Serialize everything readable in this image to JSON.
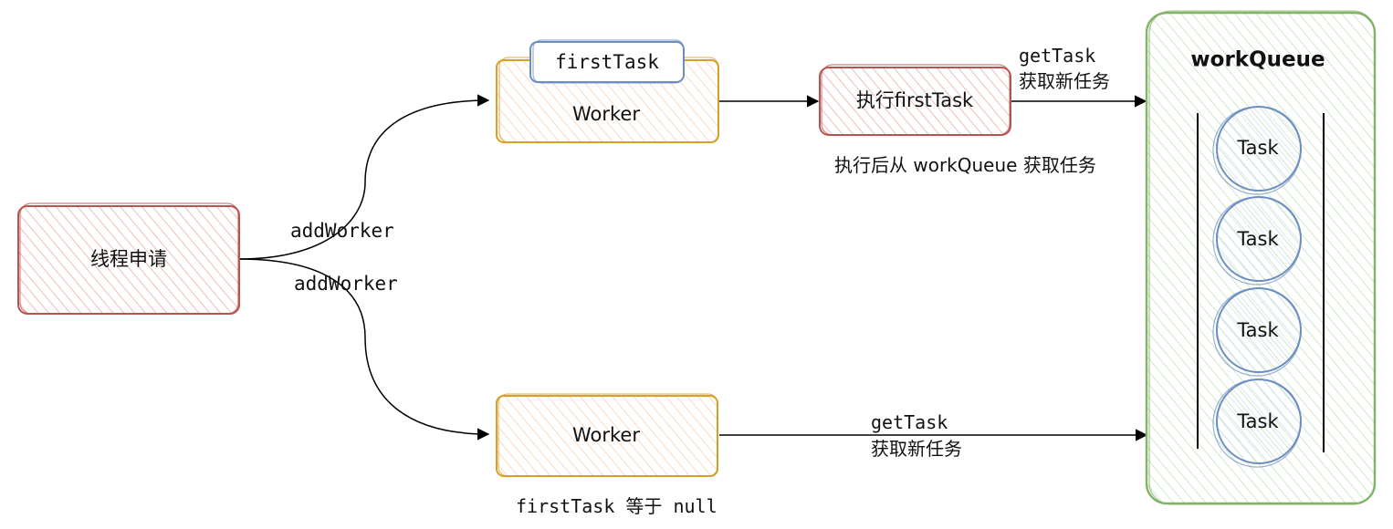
{
  "nodes": {
    "thread_request": "线程申请",
    "worker_top": "Worker",
    "first_task_tag": "firstTask",
    "execute_first_task": "执行firstTask",
    "worker_bottom": "Worker",
    "work_queue_title": "workQueue",
    "tasks": [
      "Task",
      "Task",
      "Task",
      "Task"
    ]
  },
  "edges": {
    "add_worker_top": "addWorker",
    "add_worker_bottom": "addWorker",
    "get_task_top_line1": "getTask",
    "get_task_top_line2": "获取新任务",
    "get_task_bottom_line1": "getTask",
    "get_task_bottom_line2": "获取新任务"
  },
  "notes": {
    "after_execute": "执行后从 workQueue 获取任务",
    "first_task_null": "firstTask 等于 null"
  },
  "colors": {
    "red_stroke": "#b85450",
    "red_fill": "#f8cecc",
    "yellow_stroke": "#d6a127",
    "yellow_fill": "#ffe6cc",
    "blue_stroke": "#6c8ebf",
    "blue_fill": "#dae8fc",
    "green_stroke": "#82b366",
    "green_fill": "#d5e8d4"
  }
}
